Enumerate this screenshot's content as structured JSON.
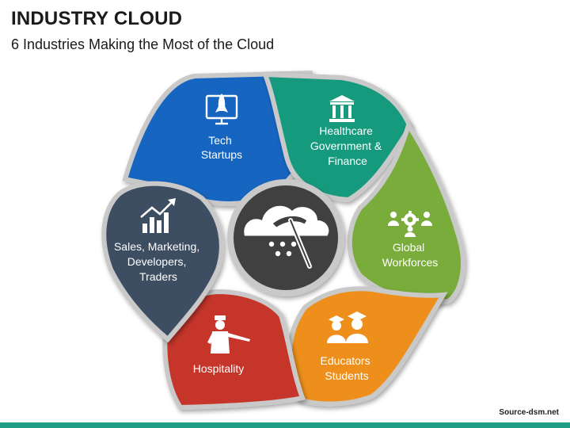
{
  "title": "INDUSTRY CLOUD",
  "subtitle": "6 Industries Making the Most of the Cloud",
  "segments": [
    {
      "label": "Tech Startups",
      "lines": [
        "Tech",
        "Startups"
      ],
      "color": "#1565c0",
      "icon": "rocket-monitor-icon"
    },
    {
      "label": "Healthcare Government & Finance",
      "lines": [
        "Healthcare",
        "Government &",
        "Finance"
      ],
      "color": "#199a7e",
      "icon": "bank-building-icon"
    },
    {
      "label": "Global Workforces",
      "lines": [
        "Global",
        "Workforces"
      ],
      "color": "#79ac3a",
      "icon": "team-gear-icon"
    },
    {
      "label": "Educators Students",
      "lines": [
        "Educators",
        "Students"
      ],
      "color": "#ee8f1c",
      "icon": "graduates-icon"
    },
    {
      "label": "Hospitality",
      "lines": [
        "Hospitality"
      ],
      "color": "#c6342c",
      "icon": "bellboy-icon"
    },
    {
      "label": "Sales, Marketing, Developers, Traders",
      "lines": [
        "Sales, Marketing,",
        "Developers,",
        "Traders"
      ],
      "color": "#3c4e62",
      "icon": "growth-chart-icon"
    }
  ],
  "center": {
    "color": "#3f3f3f",
    "icon": "cloud-mining-icon"
  },
  "source": "Source-dsm.net",
  "colors": {
    "accent_bar": "#1f9e86",
    "ring_outline": "#c9c9c9"
  }
}
